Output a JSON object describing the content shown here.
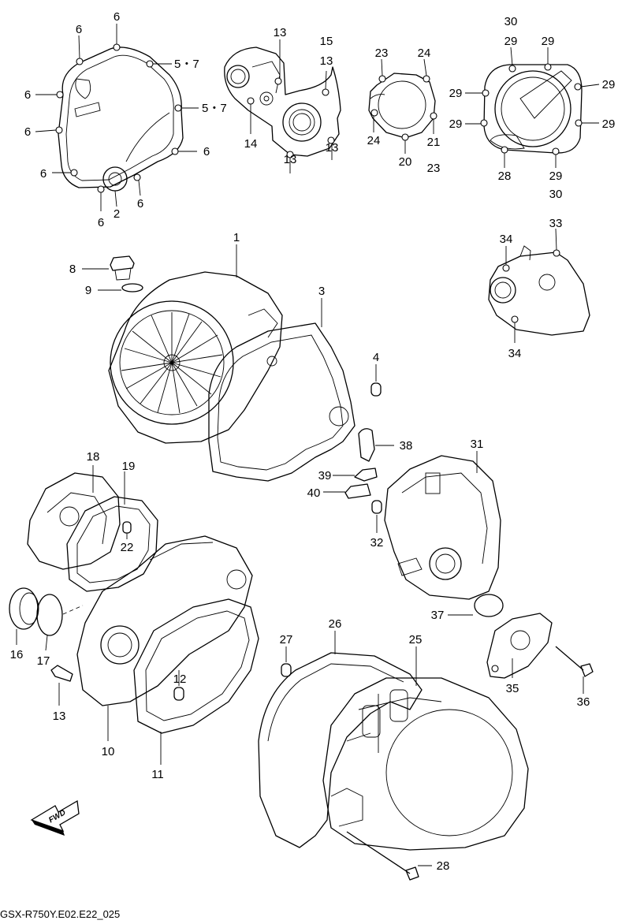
{
  "labels": [
    {
      "id": "l1",
      "text": "6"
    },
    {
      "id": "l2",
      "text": "6"
    },
    {
      "id": "l3",
      "text": "5・7"
    },
    {
      "id": "l4",
      "text": "6"
    },
    {
      "id": "l5",
      "text": "5・7"
    },
    {
      "id": "l6",
      "text": "6"
    },
    {
      "id": "l7",
      "text": "6"
    },
    {
      "id": "l8",
      "text": "6"
    },
    {
      "id": "l9",
      "text": "6"
    },
    {
      "id": "l10",
      "text": "2"
    },
    {
      "id": "l11",
      "text": "6"
    },
    {
      "id": "l12",
      "text": "13"
    },
    {
      "id": "l13",
      "text": "15"
    },
    {
      "id": "l14",
      "text": "13"
    },
    {
      "id": "l15",
      "text": "14"
    },
    {
      "id": "l16",
      "text": "13"
    },
    {
      "id": "l17",
      "text": "13"
    },
    {
      "id": "l18",
      "text": "23"
    },
    {
      "id": "l19",
      "text": "24"
    },
    {
      "id": "l20",
      "text": "24"
    },
    {
      "id": "l21",
      "text": "20"
    },
    {
      "id": "l22",
      "text": "21"
    },
    {
      "id": "l23",
      "text": "23"
    },
    {
      "id": "l24",
      "text": "30"
    },
    {
      "id": "l25",
      "text": "29"
    },
    {
      "id": "l26",
      "text": "29"
    },
    {
      "id": "l27",
      "text": "29"
    },
    {
      "id": "l28",
      "text": "29"
    },
    {
      "id": "l29",
      "text": "29"
    },
    {
      "id": "l30",
      "text": "29"
    },
    {
      "id": "l31",
      "text": "28"
    },
    {
      "id": "l32",
      "text": "29"
    },
    {
      "id": "l33",
      "text": "30"
    },
    {
      "id": "l34",
      "text": "1"
    },
    {
      "id": "l35",
      "text": "8"
    },
    {
      "id": "l36",
      "text": "9"
    },
    {
      "id": "l37",
      "text": "3"
    },
    {
      "id": "l38",
      "text": "4"
    },
    {
      "id": "l39",
      "text": "34"
    },
    {
      "id": "l40",
      "text": "33"
    },
    {
      "id": "l41",
      "text": "34"
    },
    {
      "id": "l42",
      "text": "38"
    },
    {
      "id": "l43",
      "text": "39"
    },
    {
      "id": "l44",
      "text": "40"
    },
    {
      "id": "l45",
      "text": "31"
    },
    {
      "id": "l46",
      "text": "32"
    },
    {
      "id": "l47",
      "text": "18"
    },
    {
      "id": "l48",
      "text": "19"
    },
    {
      "id": "l49",
      "text": "22"
    },
    {
      "id": "l50",
      "text": "37"
    },
    {
      "id": "l51",
      "text": "16"
    },
    {
      "id": "l52",
      "text": "17"
    },
    {
      "id": "l53",
      "text": "13"
    },
    {
      "id": "l54",
      "text": "12"
    },
    {
      "id": "l55",
      "text": "10"
    },
    {
      "id": "l56",
      "text": "11"
    },
    {
      "id": "l57",
      "text": "26"
    },
    {
      "id": "l58",
      "text": "25"
    },
    {
      "id": "l59",
      "text": "27"
    },
    {
      "id": "l60",
      "text": "35"
    },
    {
      "id": "l61",
      "text": "36"
    },
    {
      "id": "l62",
      "text": "28"
    }
  ],
  "fwd_label": "FWD",
  "footer_code": "GSX-R750Y.E02.E22_025"
}
